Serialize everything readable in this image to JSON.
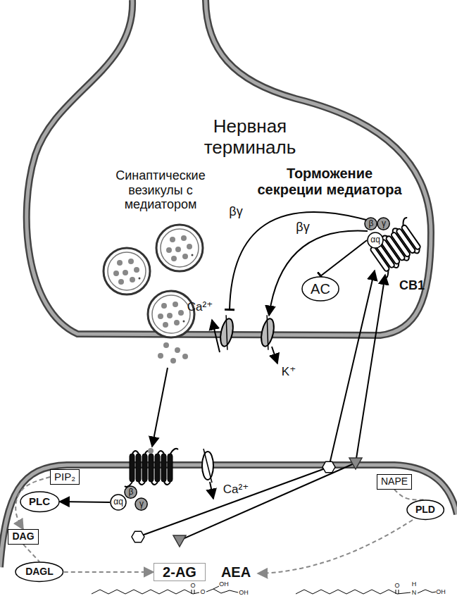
{
  "diagram": {
    "nodes": [
      {
        "text": [
          "β"
        ]
      },
      {
        "text": [
          "γ"
        ]
      },
      {
        "text": [
          "αq"
        ]
      },
      {
        "text": [
          "AC"
        ]
      },
      {
        "text": [
          "PIP₂"
        ]
      },
      {
        "text": [
          "PLC"
        ]
      },
      {
        "text": [
          "αq"
        ]
      },
      {
        "text": [
          "β"
        ]
      },
      {
        "text": [
          "γ"
        ]
      },
      {
        "text": [
          "DAG"
        ]
      },
      {
        "text": [
          "DAGL"
        ]
      },
      {
        "text": [
          "2-AG"
        ]
      },
      {
        "text": [
          "NAPE"
        ]
      },
      {
        "text": [
          "PLD"
        ]
      }
    ],
    "edges": [
      {
        "from": 2,
        "to": 3,
        "arrow": "to"
      },
      {
        "from": 6,
        "to": 5,
        "arrow": "to"
      },
      {
        "from": 4,
        "to": 9,
        "arrow": "to"
      },
      {
        "from": 9,
        "to": 10,
        "arrow": "none"
      },
      {
        "from": 10,
        "to": 11,
        "arrow": "to"
      },
      {
        "from": 12,
        "to": 13,
        "arrow": "none"
      }
    ],
    "labels": [
      "Нервная терминаль",
      "Синаптические везикулы с медиатором",
      "Торможение секреции медиатора",
      "βγ",
      "βγ",
      "Ca²⁺",
      "K⁺",
      "CB1",
      "Ca²⁺",
      "AEA",
      "O",
      "O",
      "OH",
      "OH",
      "O",
      "H",
      "N",
      "OH"
    ]
  }
}
